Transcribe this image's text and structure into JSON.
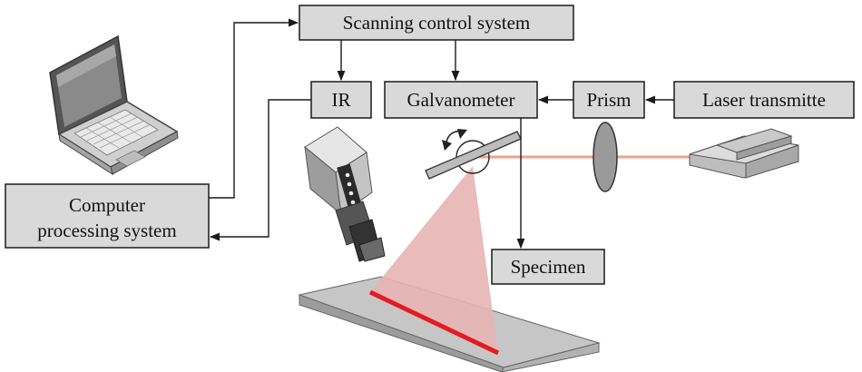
{
  "diagram": {
    "boxes": {
      "scanning_control": "Scanning control system",
      "ir": "IR",
      "galvanometer": "Galvanometer",
      "prism": "Prism",
      "laser": "Laser transmitte",
      "computer_line1": "Computer",
      "computer_line2": "processing system",
      "specimen": "Specimen"
    },
    "colors": {
      "box_fill": "#d9d9d9",
      "box_stroke": "#1a1a1a",
      "arrow": "#1a1a1a",
      "laser_beam": "#f0a08c",
      "scan_fan": "#e8b4b4",
      "scan_line": "#e31b23",
      "plate_top": "#c6c6c6",
      "plate_side": "#9c9c9c"
    },
    "icons": {
      "laptop": "laptop-icon",
      "camera": "ir-camera-icon",
      "laser_device": "laser-transmitter-icon",
      "lens": "prism-lens-icon",
      "mirror": "galvanometer-mirror-icon",
      "rotation": "rotation-arrow-icon",
      "plate": "specimen-plate-icon"
    }
  }
}
